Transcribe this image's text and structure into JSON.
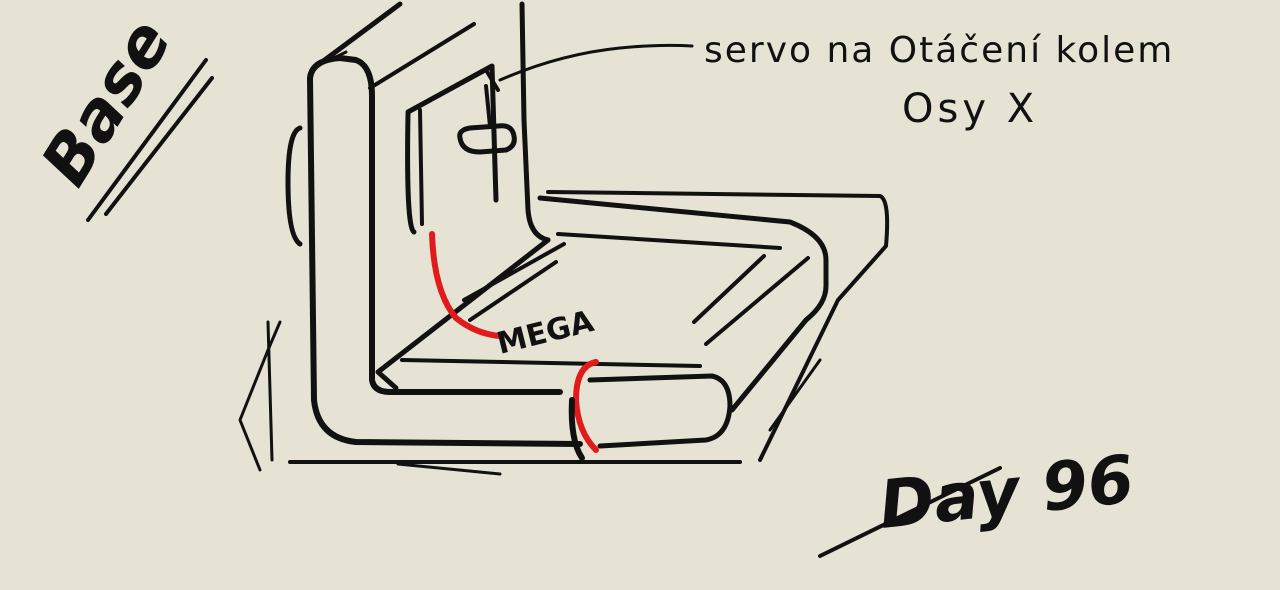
{
  "labels": {
    "title": "Base",
    "board": "MEGA",
    "servo_line1": "servo na Otáčení kolem",
    "servo_line2": "Osy X",
    "signature": "Day 96"
  },
  "colors": {
    "paper": "#e6e3d4",
    "ink": "#111111",
    "wire": "#e01b1b"
  }
}
